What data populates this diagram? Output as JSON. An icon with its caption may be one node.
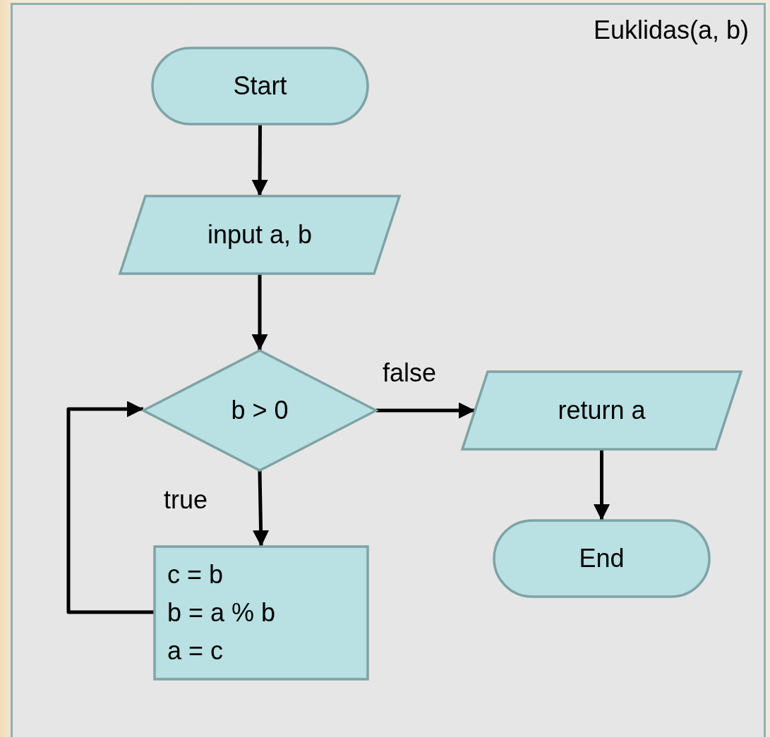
{
  "diagram": {
    "title": "Euklidas(a, b)",
    "nodes": [
      {
        "text": [
          "Start"
        ]
      },
      {
        "text": [
          "input a, b"
        ]
      },
      {
        "text": [
          "b > 0"
        ]
      },
      {
        "text": [
          "return a"
        ]
      },
      {
        "text": [
          "c = b",
          "b = a % b",
          "a = c"
        ]
      },
      {
        "text": [
          "End"
        ]
      }
    ],
    "edges": [
      {
        "from": 0,
        "to": 1,
        "arrow": "to"
      },
      {
        "from": 1,
        "to": 2,
        "arrow": "to"
      },
      {
        "from": 2,
        "to": 3,
        "arrow": "to",
        "label": "false"
      },
      {
        "from": 2,
        "to": 4,
        "arrow": "to",
        "label": "true"
      },
      {
        "from": 4,
        "to": 2,
        "arrow": "to"
      },
      {
        "from": 3,
        "to": 5,
        "arrow": "to"
      }
    ]
  }
}
